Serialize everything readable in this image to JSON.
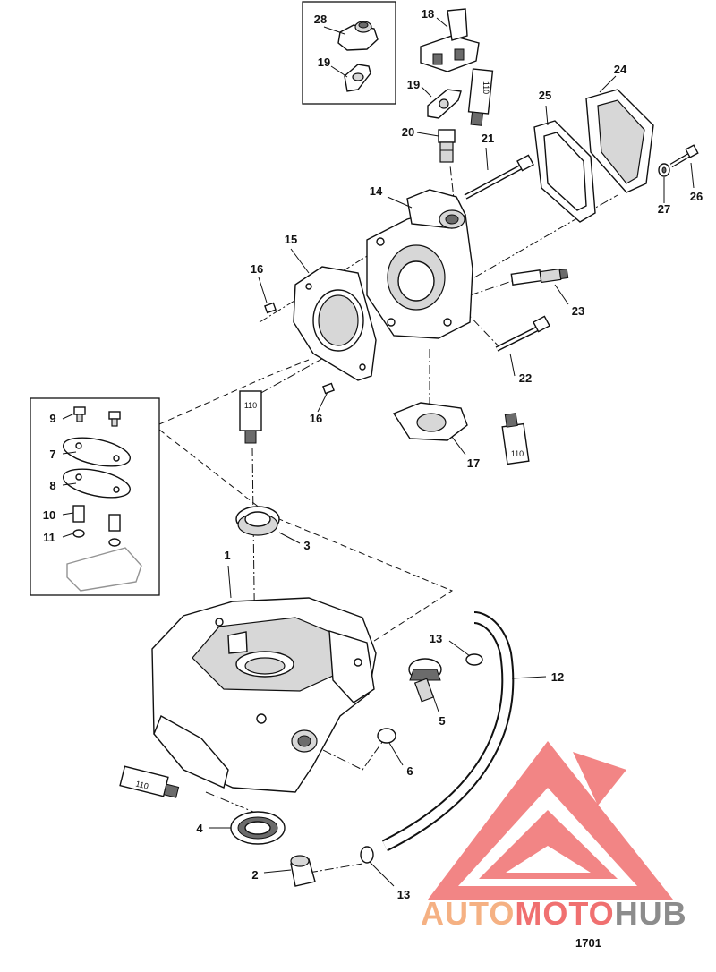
{
  "diagram": {
    "callouts": {
      "c1": "1",
      "c2": "2",
      "c3": "3",
      "c4": "4",
      "c5": "5",
      "c6": "6",
      "c7": "7",
      "c8": "8",
      "c9": "9",
      "c10": "10",
      "c11": "11",
      "c12": "12",
      "c13a": "13",
      "c13b": "13",
      "c14": "14",
      "c15": "15",
      "c16a": "16",
      "c16b": "16",
      "c17": "17",
      "c18": "18",
      "c19a": "19",
      "c19b": "19",
      "c20": "20",
      "c21": "21",
      "c22": "22",
      "c23": "23",
      "c24": "24",
      "c25": "25",
      "c26": "26",
      "c27": "27",
      "c28": "28"
    },
    "tube_labels": {
      "t1": "110",
      "t2": "110",
      "t3": "110",
      "t4": "110"
    },
    "drawing_number": "1701"
  },
  "watermark": {
    "text_part1": "AUTO",
    "text_part2": "MOTO",
    "text_part3": "HUB",
    "color_orange": "#f5b183",
    "color_red": "#f07070",
    "color_gray": "#8c8c8c"
  }
}
